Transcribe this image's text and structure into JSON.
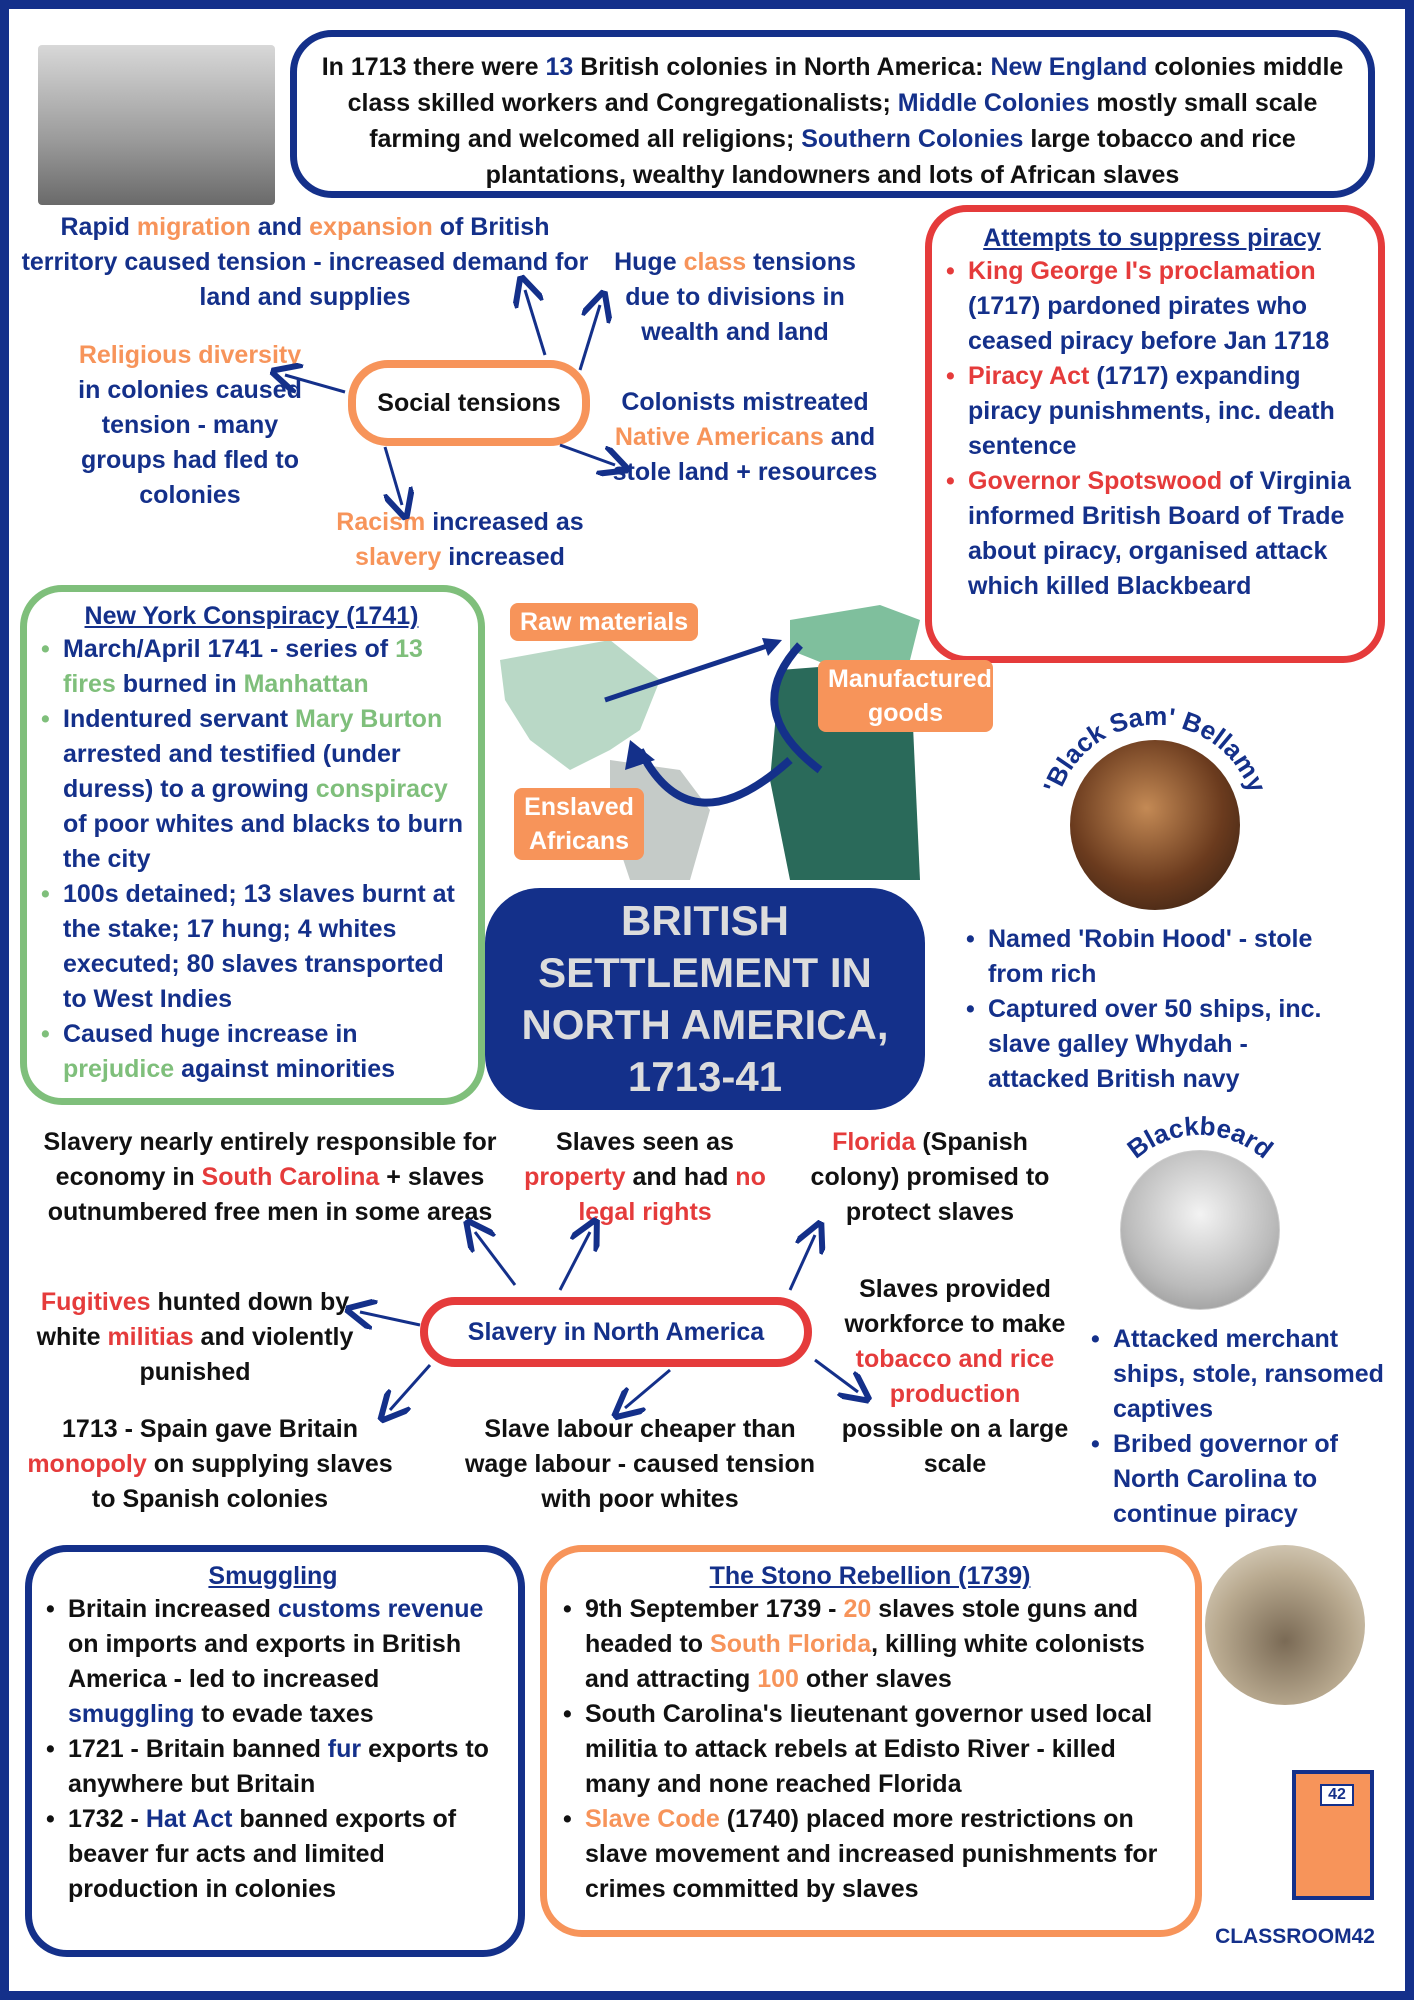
{
  "colors": {
    "n": "#14308a",
    "o": "#f7945a",
    "r": "#e53b3b",
    "g": "#7fbf7b",
    "k": "#111111"
  },
  "title": "BRITISH SETTLEMENT IN NORTH AMERICA, 1713-41",
  "intro": [
    [
      "In 1713 there were ",
      "k"
    ],
    [
      "13",
      "n"
    ],
    [
      " British colonies in North America: ",
      "k"
    ],
    [
      "New England",
      "n"
    ],
    [
      " colonies middle class skilled workers and Congregationalists; ",
      "k"
    ],
    [
      "Middle Colonies",
      "n"
    ],
    [
      " mostly small scale farming and welcomed all religions; ",
      "k"
    ],
    [
      "Southern Colonies",
      "n"
    ],
    [
      " large tobacco and rice plantations, wealthy landowners and lots of African slaves",
      "k"
    ]
  ],
  "social": {
    "center": "Social tensions",
    "migration": [
      [
        "Rapid ",
        "n"
      ],
      [
        "migration",
        "o"
      ],
      [
        " and ",
        "n"
      ],
      [
        "expansion",
        "o"
      ],
      [
        " of British territory caused tension - increased demand for land and supplies",
        "n"
      ]
    ],
    "class": [
      [
        "Huge ",
        "n"
      ],
      [
        "class",
        "o"
      ],
      [
        " tensions due to divisions in wealth and land",
        "n"
      ]
    ],
    "religious": [
      [
        "Religious diversity",
        "o"
      ],
      [
        " in colonies caused tension - many groups had fled to colonies",
        "n"
      ]
    ],
    "native": [
      [
        "Colonists mistreated ",
        "n"
      ],
      [
        "Native Americans",
        "o"
      ],
      [
        " and stole land + resources",
        "n"
      ]
    ],
    "racism": [
      [
        "Racism",
        "o"
      ],
      [
        " increased as ",
        "n"
      ],
      [
        "slavery",
        "o"
      ],
      [
        " increased",
        "n"
      ]
    ]
  },
  "piracy": {
    "heading": "Attempts to suppress piracy",
    "items": [
      [
        [
          "King George I's proclamation",
          "r"
        ],
        [
          " (1717) pardoned pirates who ceased piracy before Jan 1718",
          "n"
        ]
      ],
      [
        [
          "Piracy Act",
          "r"
        ],
        [
          " (1717) expanding piracy punishments, inc. death sentence",
          "n"
        ]
      ],
      [
        [
          "Governor Spotswood",
          "r"
        ],
        [
          " of Virginia informed British Board of Trade about piracy, organised attack which killed Blackbeard",
          "n"
        ]
      ]
    ]
  },
  "nyc": {
    "heading": "New York Conspiracy (1741)",
    "items": [
      [
        [
          "March/April 1741 - series of ",
          "n"
        ],
        [
          "13 fires",
          "g"
        ],
        [
          " burned in ",
          "n"
        ],
        [
          "Manhattan",
          "g"
        ]
      ],
      [
        [
          "Indentured servant ",
          "n"
        ],
        [
          "Mary Burton",
          "g"
        ],
        [
          " arrested and testified (under duress) to a growing ",
          "n"
        ],
        [
          "conspiracy",
          "g"
        ],
        [
          " of poor whites and blacks to burn the city",
          "n"
        ]
      ],
      [
        [
          "100s detained; 13 slaves burnt at the stake; 17 hung; 4 whites executed; 80 slaves transported to West Indies",
          "n"
        ]
      ],
      [
        [
          "Caused huge increase in ",
          "n"
        ],
        [
          "prejudice",
          "g"
        ],
        [
          " against minorities",
          "n"
        ]
      ]
    ]
  },
  "map": {
    "raw": "Raw materials",
    "manufactured": "Manufactured goods",
    "enslaved": "Enslaved Africans"
  },
  "bellamy": {
    "name": "'Black Sam' Bellamy",
    "items": [
      [
        [
          "Named 'Robin Hood' - stole from rich",
          "n"
        ]
      ],
      [
        [
          "Captured over 50 ships, inc. slave galley Whydah - attacked British navy",
          "n"
        ]
      ]
    ]
  },
  "blackbeard": {
    "name": "Blackbeard",
    "items": [
      [
        [
          "Attacked merchant ships, stole, ransomed captives",
          "n"
        ]
      ],
      [
        [
          "Bribed governor of North Carolina to continue piracy",
          "n"
        ]
      ]
    ]
  },
  "slavery": {
    "center": "Slavery in North America",
    "economy": [
      [
        "Slavery nearly entirely responsible for economy in ",
        "k"
      ],
      [
        "South Carolina",
        "r"
      ],
      [
        " + slaves outnumbered free men in some areas",
        "k"
      ]
    ],
    "property": [
      [
        "Slaves seen as ",
        "k"
      ],
      [
        "property",
        "r"
      ],
      [
        " and had ",
        "k"
      ],
      [
        "no legal rights",
        "r"
      ]
    ],
    "florida": [
      [
        "Florida",
        "r"
      ],
      [
        " (Spanish colony) promised to protect slaves",
        "k"
      ]
    ],
    "fugitives": [
      [
        "Fugitives",
        "r"
      ],
      [
        " hunted down by white ",
        "k"
      ],
      [
        "militias",
        "r"
      ],
      [
        " and violently punished",
        "k"
      ]
    ],
    "workforce": [
      [
        "Slaves provided workforce to make ",
        "k"
      ],
      [
        "tobacco and rice production",
        "r"
      ],
      [
        " possible on a large scale",
        "k"
      ]
    ],
    "spain": [
      [
        "1713 - Spain gave Britain ",
        "k"
      ],
      [
        "monopoly",
        "r"
      ],
      [
        " on supplying slaves to Spanish colonies",
        "k"
      ]
    ],
    "cheaper": [
      [
        "Slave labour cheaper than wage labour - caused tension with poor whites",
        "k"
      ]
    ]
  },
  "smuggling": {
    "heading": "Smuggling",
    "items": [
      [
        [
          "Britain increased ",
          "k"
        ],
        [
          "customs revenue",
          "n"
        ],
        [
          " on imports and exports in British America - led to increased ",
          "k"
        ],
        [
          "smuggling",
          "n"
        ],
        [
          " to evade taxes",
          "k"
        ]
      ],
      [
        [
          "1721 - Britain banned ",
          "k"
        ],
        [
          "fur",
          "n"
        ],
        [
          " exports to anywhere but Britain",
          "k"
        ]
      ],
      [
        [
          "1732 - ",
          "k"
        ],
        [
          "Hat Act",
          "n"
        ],
        [
          " banned exports of beaver fur acts and limited production in colonies",
          "k"
        ]
      ]
    ]
  },
  "stono": {
    "heading": "The Stono Rebellion (1739)",
    "items": [
      [
        [
          "9th September 1739 - ",
          "k"
        ],
        [
          "20",
          "o"
        ],
        [
          " slaves stole guns and headed to ",
          "k"
        ],
        [
          "South Florida",
          "o"
        ],
        [
          ", killing white colonists and attracting ",
          "k"
        ],
        [
          "100",
          "o"
        ],
        [
          " other slaves",
          "k"
        ]
      ],
      [
        [
          "South Carolina's lieutenant governor used local militia to attack rebels at Edisto River - killed many and none reached Florida",
          "k"
        ]
      ],
      [
        [
          "Slave Code",
          "o"
        ],
        [
          " (1740) placed more restrictions on slave movement and increased punishments for crimes committed by slaves",
          "k"
        ]
      ]
    ]
  },
  "logo": {
    "text": "CLASSROOM42",
    "door_number": "42"
  }
}
